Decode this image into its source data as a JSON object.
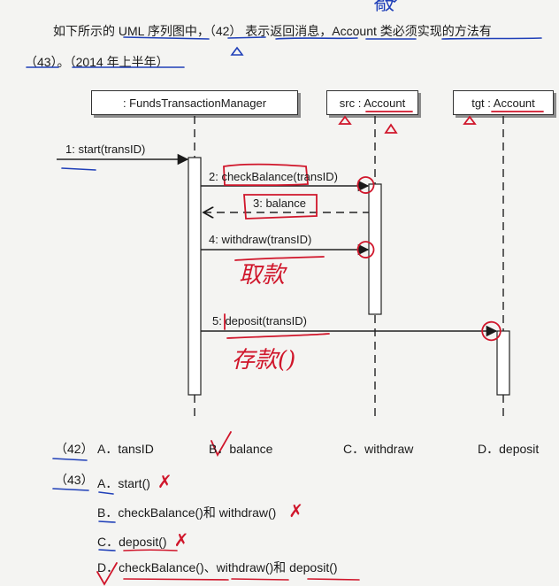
{
  "question": {
    "line1": "如下所示的 UML 序列图中，（42） 表示返回消息，Account 类必须实现的方法有",
    "line2": "（43）。（2014 年上半年）"
  },
  "diagram": {
    "lifelines": [
      {
        "label": ": FundsTransactionManager"
      },
      {
        "label": "src : Account"
      },
      {
        "label": "tgt : Account"
      }
    ],
    "messages": [
      {
        "label": "1: start(transID)"
      },
      {
        "label": "2: checkBalance(transID)"
      },
      {
        "label": "3: balance"
      },
      {
        "label": "4: withdraw(transID)"
      },
      {
        "label": "5: deposit(transID)"
      }
    ]
  },
  "handwriting": {
    "top": "敲",
    "under_withdraw": "取款",
    "under_deposit": "存款()"
  },
  "answers": {
    "q42": {
      "number": "（42）",
      "options": [
        {
          "letter": "A．",
          "text": "tansID"
        },
        {
          "letter": "B．",
          "text": "balance"
        },
        {
          "letter": "C．",
          "text": "withdraw"
        },
        {
          "letter": "D．",
          "text": "deposit"
        }
      ]
    },
    "q43": {
      "number": "（43）",
      "options": [
        {
          "letter": "A．",
          "text": "start()"
        },
        {
          "letter": "B．",
          "text": "checkBalance()和 withdraw()"
        },
        {
          "letter": "C．",
          "text": "deposit()"
        },
        {
          "letter": "D．",
          "text": "checkBalance()、withdraw()和 deposit()"
        }
      ]
    },
    "marks": {
      "cross": "✗",
      "check": "✓"
    }
  },
  "colors": {
    "ink": "#1a1a1a",
    "pen_red": "#d0162b",
    "pen_blue": "#1f3fb8",
    "shadow": "#8c8c8c"
  }
}
